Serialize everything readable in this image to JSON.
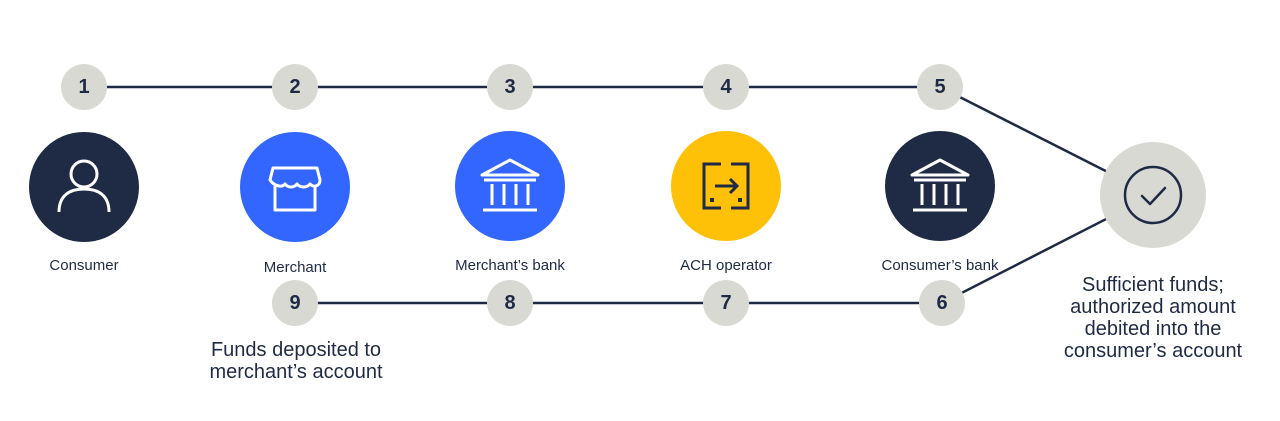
{
  "steps": [
    "1",
    "2",
    "3",
    "4",
    "5",
    "6",
    "7",
    "8",
    "9"
  ],
  "actors": {
    "consumer": {
      "label": "Consumer",
      "color": "#1f2a44",
      "icon": "person-icon"
    },
    "merchant": {
      "label": "Merchant",
      "color": "#3366ff",
      "icon": "storefront-icon"
    },
    "merchant_bank": {
      "label": "Merchant’s bank",
      "color": "#3366ff",
      "icon": "bank-icon"
    },
    "ach_operator": {
      "label": "ACH operator",
      "color": "#ffc107",
      "icon": "transfer-icon"
    },
    "consumer_bank": {
      "label": "Consumer’s bank",
      "color": "#1f2a44",
      "icon": "bank-icon"
    },
    "check": {
      "color": "#d9d9d4",
      "icon": "check-circle-icon"
    }
  },
  "notes": {
    "funds_deposited": [
      "Funds deposited to",
      "merchant’s account"
    ],
    "sufficient_funds": [
      "Sufficient funds;",
      "authorized amount",
      "debited into the",
      "consumer’s account"
    ]
  },
  "colors": {
    "line": "#1f2a44",
    "step_bg": "#d9d9d4",
    "text": "#1f2a44"
  }
}
